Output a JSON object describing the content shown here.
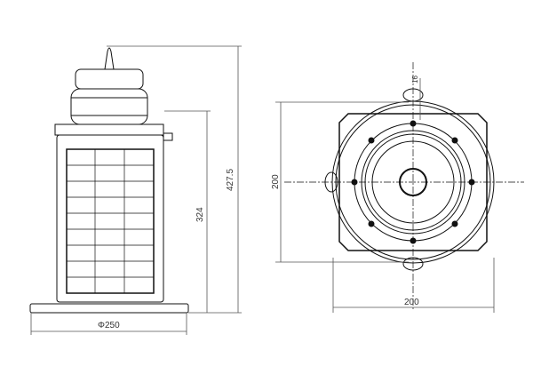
{
  "side_view": {
    "height_total_label": "427.5",
    "height_body_label": "324",
    "base_diameter_label": "Φ250"
  },
  "top_view": {
    "height_label": "200",
    "width_label": "200",
    "slot_label": "16"
  },
  "colors": {
    "line": "#111111",
    "dim_line": "#555555"
  }
}
